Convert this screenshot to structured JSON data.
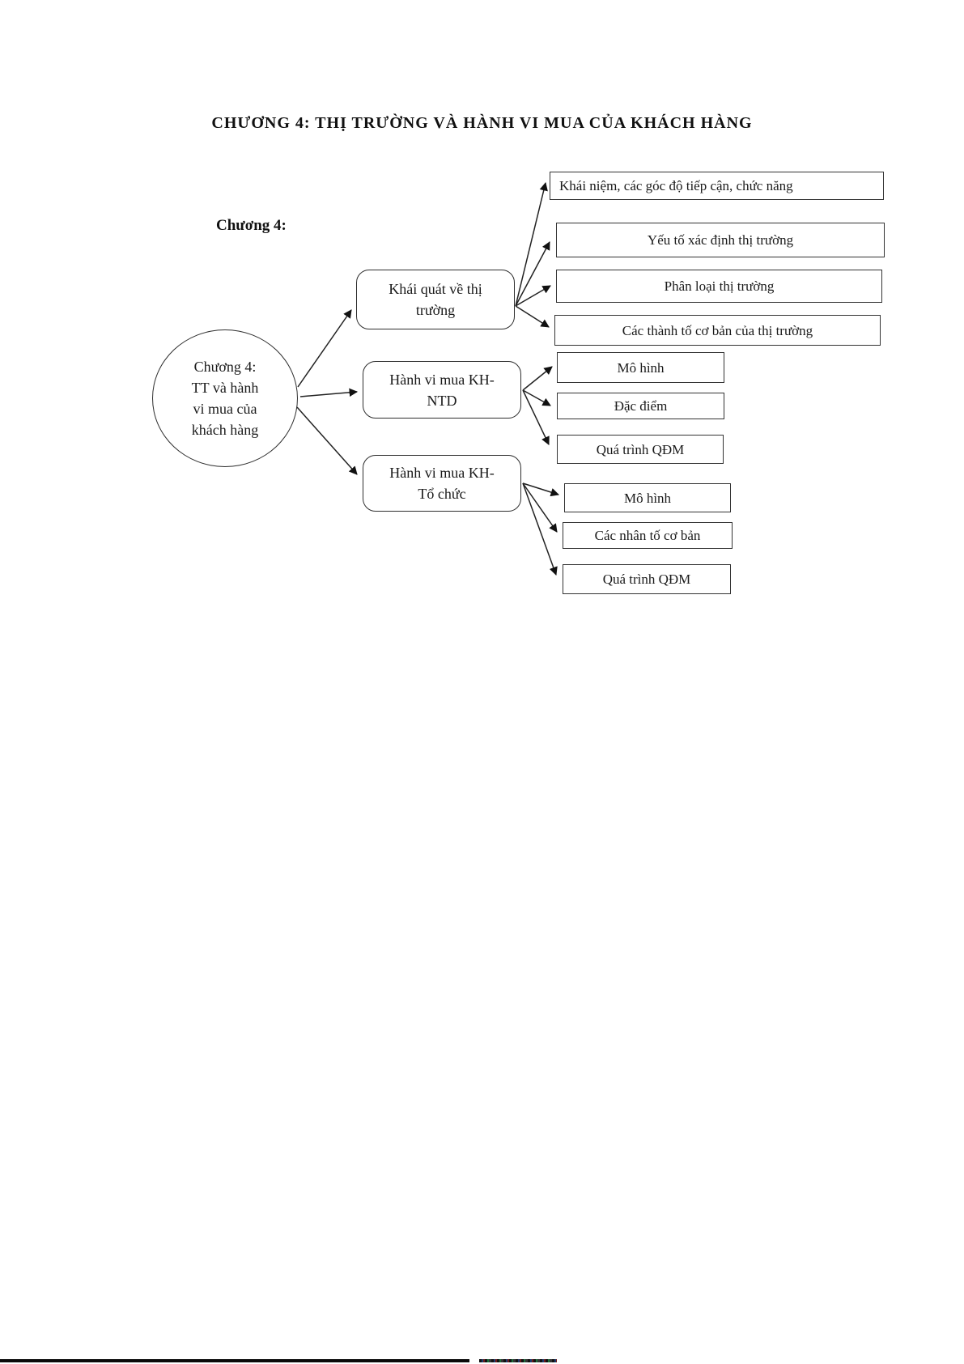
{
  "page": {
    "title": "CHƯƠNG 4: THỊ TRƯỜNG VÀ HÀNH VI MUA CỦA KHÁCH HÀNG",
    "side_label": "Chương 4:"
  },
  "diagram": {
    "type": "mindmap-flowchart",
    "root": {
      "label": "Chương 4: TT và hành vi mua của khách hàng",
      "lines": [
        "Chương 4:",
        "TT và hành",
        "vi mua của",
        "khách hàng"
      ]
    },
    "branches": [
      {
        "label": "Khái quát về thị trường",
        "lines": [
          "Khái quát về thị",
          "trường"
        ],
        "children": [
          {
            "label": "Khái niệm,  các góc độ tiếp cận, chức năng"
          },
          {
            "label": "Yếu tố xác định thị trường"
          },
          {
            "label": "Phân loại thị trường"
          },
          {
            "label": "Các thành tố cơ bản của thị trường"
          }
        ]
      },
      {
        "label": "Hành vi mua KH-NTD",
        "lines": [
          "Hành vi mua KH-",
          "NTD"
        ],
        "children": [
          {
            "label": "Mô hình"
          },
          {
            "label": "Đặc điểm"
          },
          {
            "label": "Quá trình QĐM"
          }
        ]
      },
      {
        "label": "Hành vi mua KH-Tổ chức",
        "lines": [
          "Hành vi mua KH-",
          "Tổ chức"
        ],
        "children": [
          {
            "label": "Mô hình"
          },
          {
            "label": "Các nhân tố cơ bản"
          },
          {
            "label": "Quá trình QĐM"
          }
        ]
      }
    ]
  }
}
